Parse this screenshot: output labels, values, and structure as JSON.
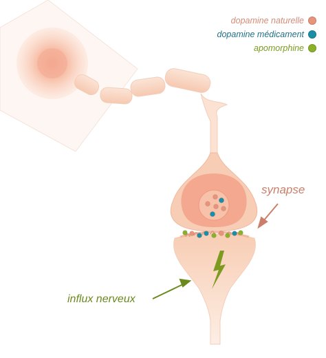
{
  "legend": [
    {
      "label": "dopamine naturelle",
      "color": "#e8947c"
    },
    {
      "label": "dopamine médicament",
      "color": "#1b8ea6"
    },
    {
      "label": "apomorphine",
      "color": "#8cb02a"
    }
  ],
  "labels": {
    "synapse": "synapse",
    "influx": "influx nerveux"
  },
  "colors": {
    "legend_text_natural": "#d68b76",
    "legend_text_drug": "#1f6f86",
    "legend_text_apo": "#7a9a20",
    "synapse_text": "#c97f6c",
    "influx_text": "#6a8a1e",
    "neuron_light": "#fbe2d3",
    "neuron_mid": "#f6c7ad",
    "neuron_dark": "#ef9f86",
    "lightning": "#7c9a1f"
  }
}
